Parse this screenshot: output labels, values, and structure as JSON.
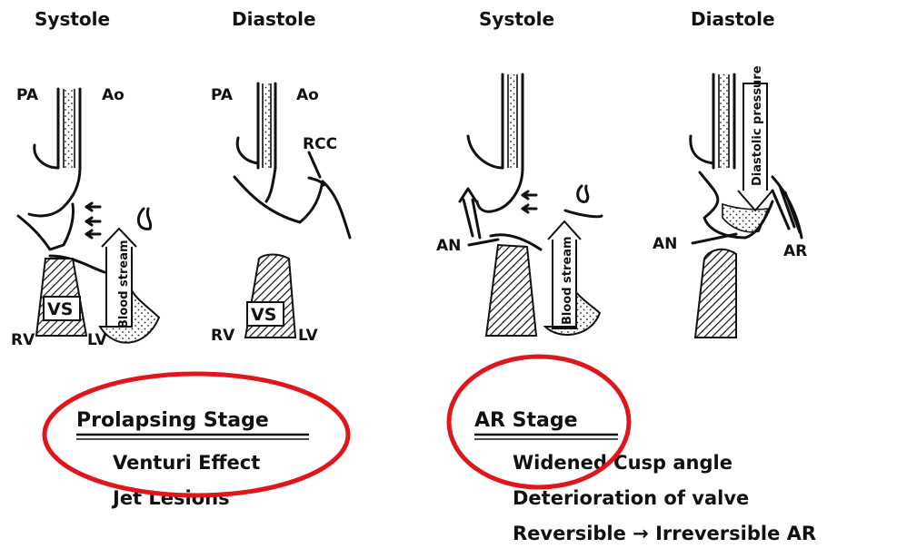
{
  "headers": {
    "systole_1": "Systole",
    "diastole_1": "Diastole",
    "systole_2": "Systole",
    "diastole_2": "Diastole"
  },
  "panel1": {
    "pa": "PA",
    "ao": "Ao",
    "vs": "VS",
    "rv": "RV",
    "lv": "LV",
    "blood_stream": "Blood stream"
  },
  "panel2": {
    "pa": "PA",
    "ao": "Ao",
    "rcc": "RCC",
    "vs": "VS",
    "rv": "RV",
    "lv": "LV"
  },
  "panel3": {
    "an": "AN",
    "blood_stream": "Blood stream"
  },
  "panel4": {
    "an": "AN",
    "ar": "AR",
    "diastolic_pressure": "Diastolic pressure"
  },
  "prolapsing": {
    "title": "Prolapsing Stage",
    "items": [
      "Venturi Effect",
      "Jet Lesions"
    ]
  },
  "ar_stage": {
    "title": "AR Stage",
    "items": [
      "Widened Cusp angle",
      "Deterioration of valve",
      "Reversible → Irreversible AR"
    ]
  },
  "colors": {
    "highlight_ring": "#e0161b",
    "ink": "#111111"
  }
}
